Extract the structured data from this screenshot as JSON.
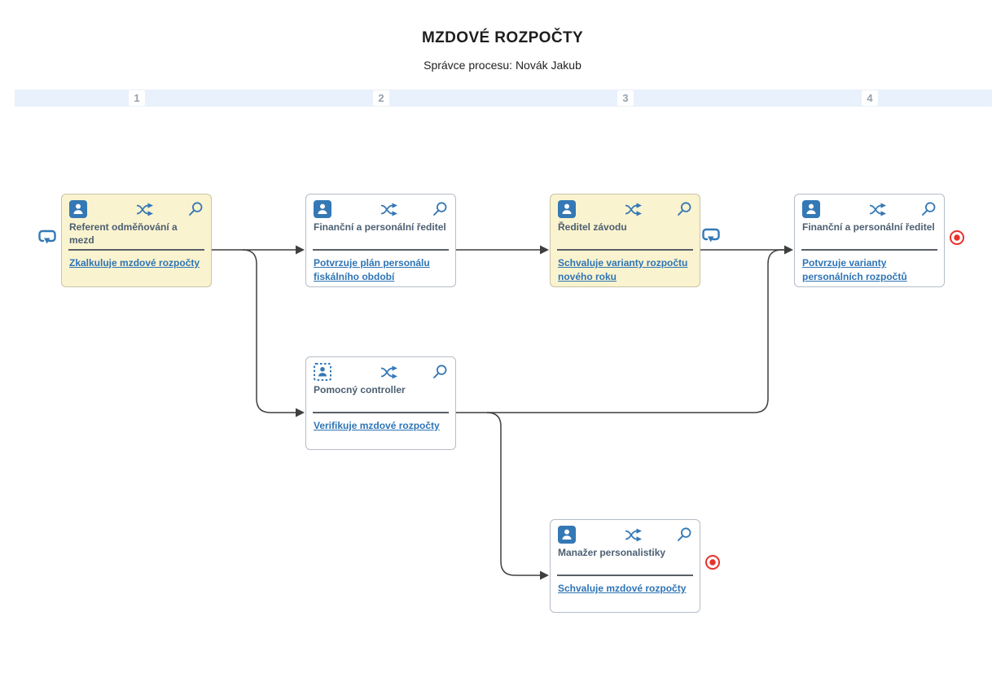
{
  "title": "MZDOVÉ ROZPOČTY",
  "subtitle": "Správce procesu: Novák Jakub",
  "columns": {
    "labels": [
      "1",
      "2",
      "3",
      "4"
    ]
  },
  "colors": {
    "accent_blue": "#3478b5",
    "link_blue": "#2e74b5",
    "card_yellow": "#faf3cf",
    "band_blue": "#e9f1fc",
    "end_red": "#e8312b",
    "line_gray": "#3f3f3f"
  },
  "tasks": [
    {
      "role": "Referent odměňování a mezd",
      "action": "Zkalkuluje mzdové rozpočty",
      "column": "1",
      "highlighted": true,
      "actor_icon": "person-solid"
    },
    {
      "role": "Finanční a personální ředitel",
      "action": "Potvrzuje plán personálu fiskálního období",
      "column": "2",
      "highlighted": false,
      "actor_icon": "person-solid"
    },
    {
      "role": "Ředitel závodu",
      "action": "Schvaluje varianty rozpočtu nového roku",
      "column": "3",
      "highlighted": true,
      "actor_icon": "person-solid"
    },
    {
      "role": "Finanční a personální ředitel",
      "action": "Potvrzuje varianty personálních rozpočtů",
      "column": "4",
      "highlighted": false,
      "actor_icon": "person-solid"
    },
    {
      "role": "Pomocný controller",
      "action": "Verifikuje mzdové rozpočty",
      "column": "2",
      "highlighted": false,
      "actor_icon": "person-dashed"
    },
    {
      "role": "Manažer personalistiky",
      "action": "Schvaluje mzdové rozpočty",
      "column": "3",
      "highlighted": false,
      "actor_icon": "person-solid"
    }
  ]
}
